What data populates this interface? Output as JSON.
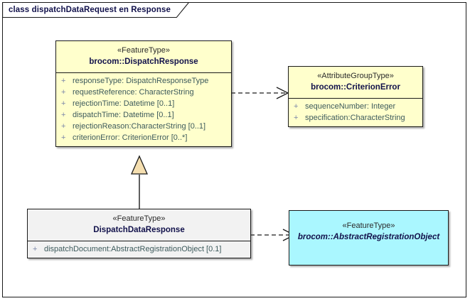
{
  "diagram": {
    "frame_label": "class dispatchDataRequest en Response",
    "type": "uml-class-diagram"
  },
  "colors": {
    "featuretype_fill": "#ffffcc",
    "abstract_fill": "#aaf7ff",
    "plain_fill": "#f2f2f2",
    "border": "#1a1a1a",
    "class_name_text": "#11114b",
    "attribute_text": "#3d5a5c",
    "visibility_marker": "#7a86a8",
    "generalization_arrow_fill": "#f5dfb0"
  },
  "classes": [
    {
      "id": "dispatch-response",
      "stereotype": "«FeatureType»",
      "name": "brocom::DispatchResponse",
      "abstract": false,
      "fill": "featuretype",
      "attributes": [
        {
          "visibility": "+",
          "text": "responseType: DispatchResponseType"
        },
        {
          "visibility": "+",
          "text": "requestReference: CharacterString"
        },
        {
          "visibility": "+",
          "text": "rejectionTime: Datetime [0..1]"
        },
        {
          "visibility": "+",
          "text": "dispatchTime: Datetime [0..1]"
        },
        {
          "visibility": "+",
          "text": "rejectionReason:CharacterString [0..1]"
        },
        {
          "visibility": "+",
          "text": "criterionError: CriterionError [0..*]"
        }
      ]
    },
    {
      "id": "criterion-error",
      "stereotype": "«AttributeGroupType»",
      "name": "brocom::CriterionError",
      "abstract": false,
      "fill": "featuretype",
      "attributes": [
        {
          "visibility": "+",
          "text": "sequenceNumber: Integer"
        },
        {
          "visibility": "+",
          "text": "specification:CharacterString"
        }
      ]
    },
    {
      "id": "dispatch-data-response",
      "stereotype": "«FeatureType»",
      "name": "DispatchDataResponse",
      "abstract": false,
      "fill": "plain",
      "attributes": [
        {
          "visibility": "+",
          "text": "dispatchDocument:AbstractRegistrationObject [0.1]"
        }
      ]
    },
    {
      "id": "abstract-registration-object",
      "stereotype": "«FeatureType»",
      "name": "brocom::AbstractRegistrationObject",
      "abstract": true,
      "fill": "abstract",
      "attributes": []
    }
  ],
  "connectors": [
    {
      "id": "dep-dispatchresponse-criterionerror",
      "kind": "dependency",
      "style": "dashed-open-arrow",
      "from": "dispatch-response",
      "to": "criterion-error"
    },
    {
      "id": "gen-dispatchdataresponse-dispatchresponse",
      "kind": "generalization",
      "style": "solid-hollow-triangle",
      "from": "dispatch-data-response",
      "to": "dispatch-response"
    },
    {
      "id": "dep-dispatchdataresponse-abstractregistrationobject",
      "kind": "dependency",
      "style": "dashed-open-arrow",
      "from": "dispatch-data-response",
      "to": "abstract-registration-object"
    }
  ]
}
